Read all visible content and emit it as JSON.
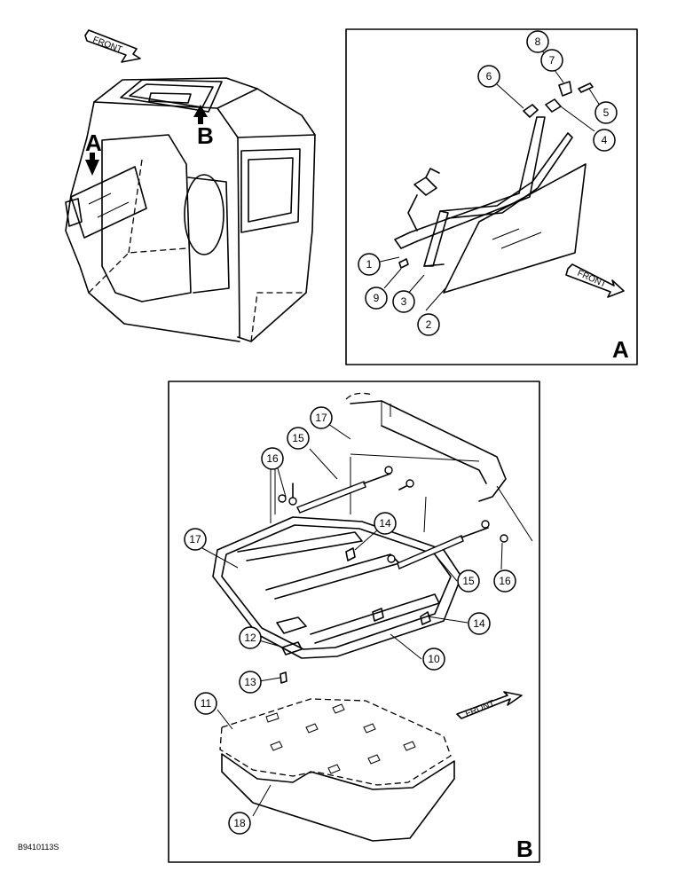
{
  "overview": {
    "front_label": "FRONT",
    "view_a_letter": "A",
    "view_b_letter": "B"
  },
  "panel_a": {
    "corner_letter": "A",
    "front_label": "FRONT",
    "callouts": [
      "1",
      "2",
      "3",
      "4",
      "5",
      "6",
      "7",
      "8",
      "9"
    ]
  },
  "panel_b": {
    "corner_letter": "B",
    "front_label": "FRONT",
    "callouts": [
      "10",
      "11",
      "12",
      "13",
      "14",
      "14",
      "15",
      "15",
      "16",
      "16",
      "17",
      "17",
      "18"
    ]
  },
  "figure_ref": "B9410113S"
}
